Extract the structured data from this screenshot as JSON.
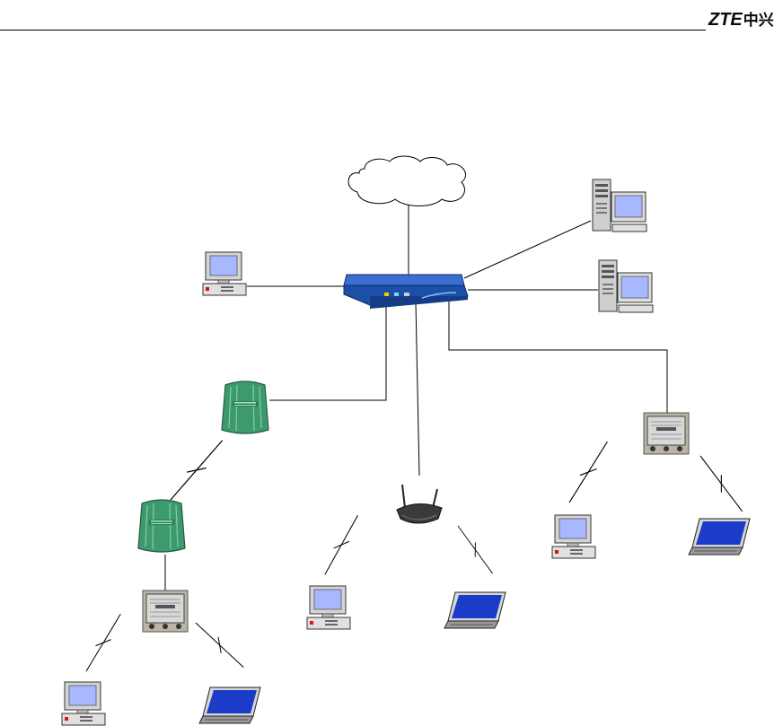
{
  "header": {
    "logo_latin": "ZTE",
    "logo_cjk": "中兴"
  },
  "diagram": {
    "devices": [
      {
        "id": "internet-cloud",
        "kind": "cloud"
      },
      {
        "id": "core-switch",
        "kind": "router"
      },
      {
        "id": "server-1",
        "kind": "server"
      },
      {
        "id": "server-2",
        "kind": "server"
      },
      {
        "id": "admin-pc",
        "kind": "desktop"
      },
      {
        "id": "outdoor-ap-1",
        "kind": "outdoor-bridge"
      },
      {
        "id": "outdoor-ap-2",
        "kind": "outdoor-bridge"
      },
      {
        "id": "access-point-left",
        "kind": "access-point"
      },
      {
        "id": "access-point-right",
        "kind": "access-point"
      },
      {
        "id": "wireless-router",
        "kind": "wireless-router"
      },
      {
        "id": "client-desktop-bottom-left",
        "kind": "desktop"
      },
      {
        "id": "client-laptop-bottom-left",
        "kind": "laptop"
      },
      {
        "id": "client-desktop-center",
        "kind": "desktop"
      },
      {
        "id": "client-laptop-center",
        "kind": "laptop"
      },
      {
        "id": "client-desktop-right",
        "kind": "desktop"
      },
      {
        "id": "client-laptop-right",
        "kind": "laptop"
      }
    ]
  },
  "colors": {
    "router_body": "#1c4fa8",
    "monitor_screen": "#a8b8ff",
    "bridge_green": "#3e9a6e",
    "laptop_screen": "#1a3cc8",
    "line": "#000000"
  }
}
